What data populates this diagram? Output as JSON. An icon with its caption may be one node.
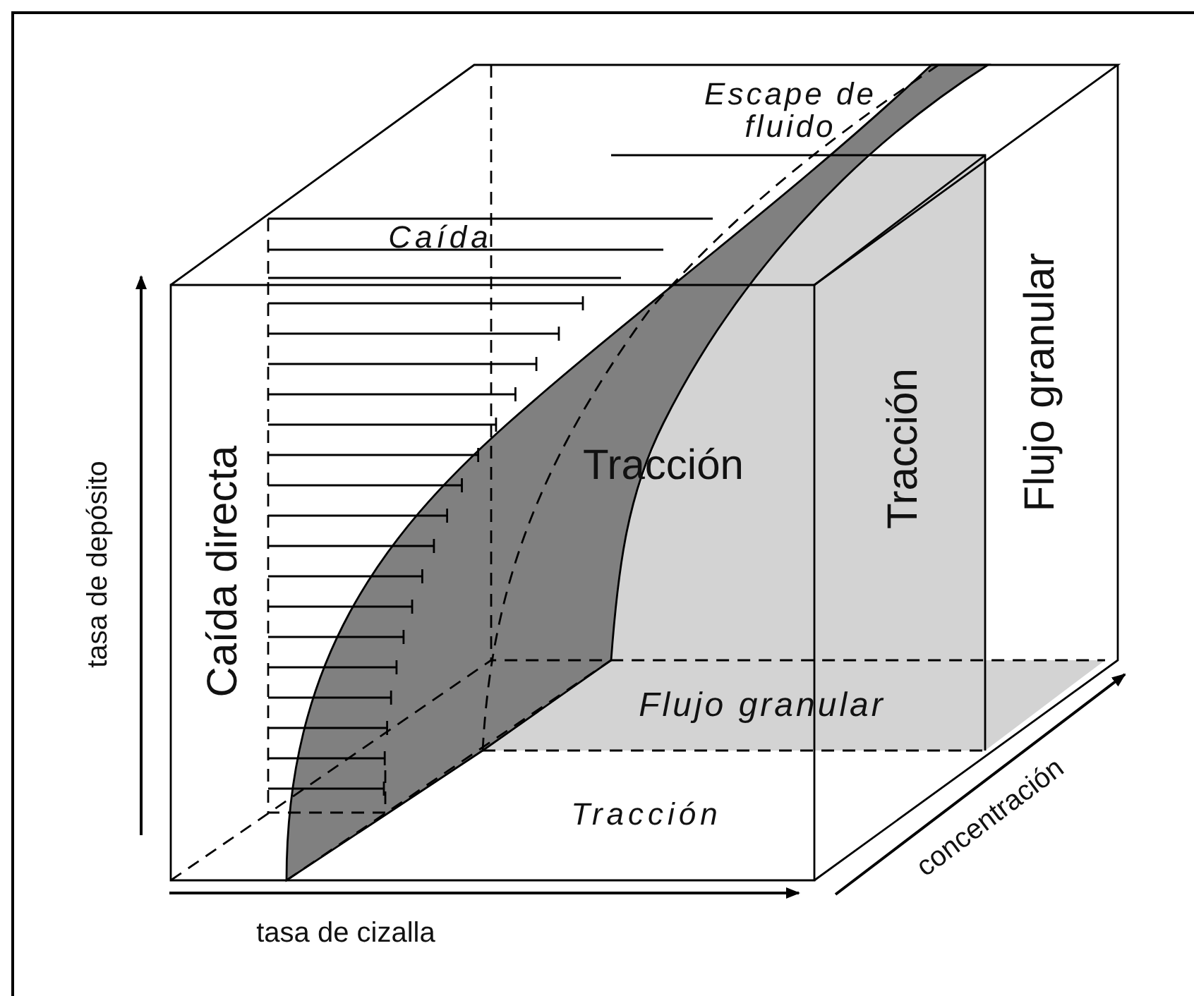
{
  "diagram": {
    "labels": [
      "Escape de fluido",
      "Caída",
      "Caída directa",
      "Tracción",
      "Tracción",
      "Flujo granular",
      "tasa de depósito",
      "Flujo granular",
      "Tracción",
      "concentración",
      "tasa de cizalla"
    ]
  }
}
